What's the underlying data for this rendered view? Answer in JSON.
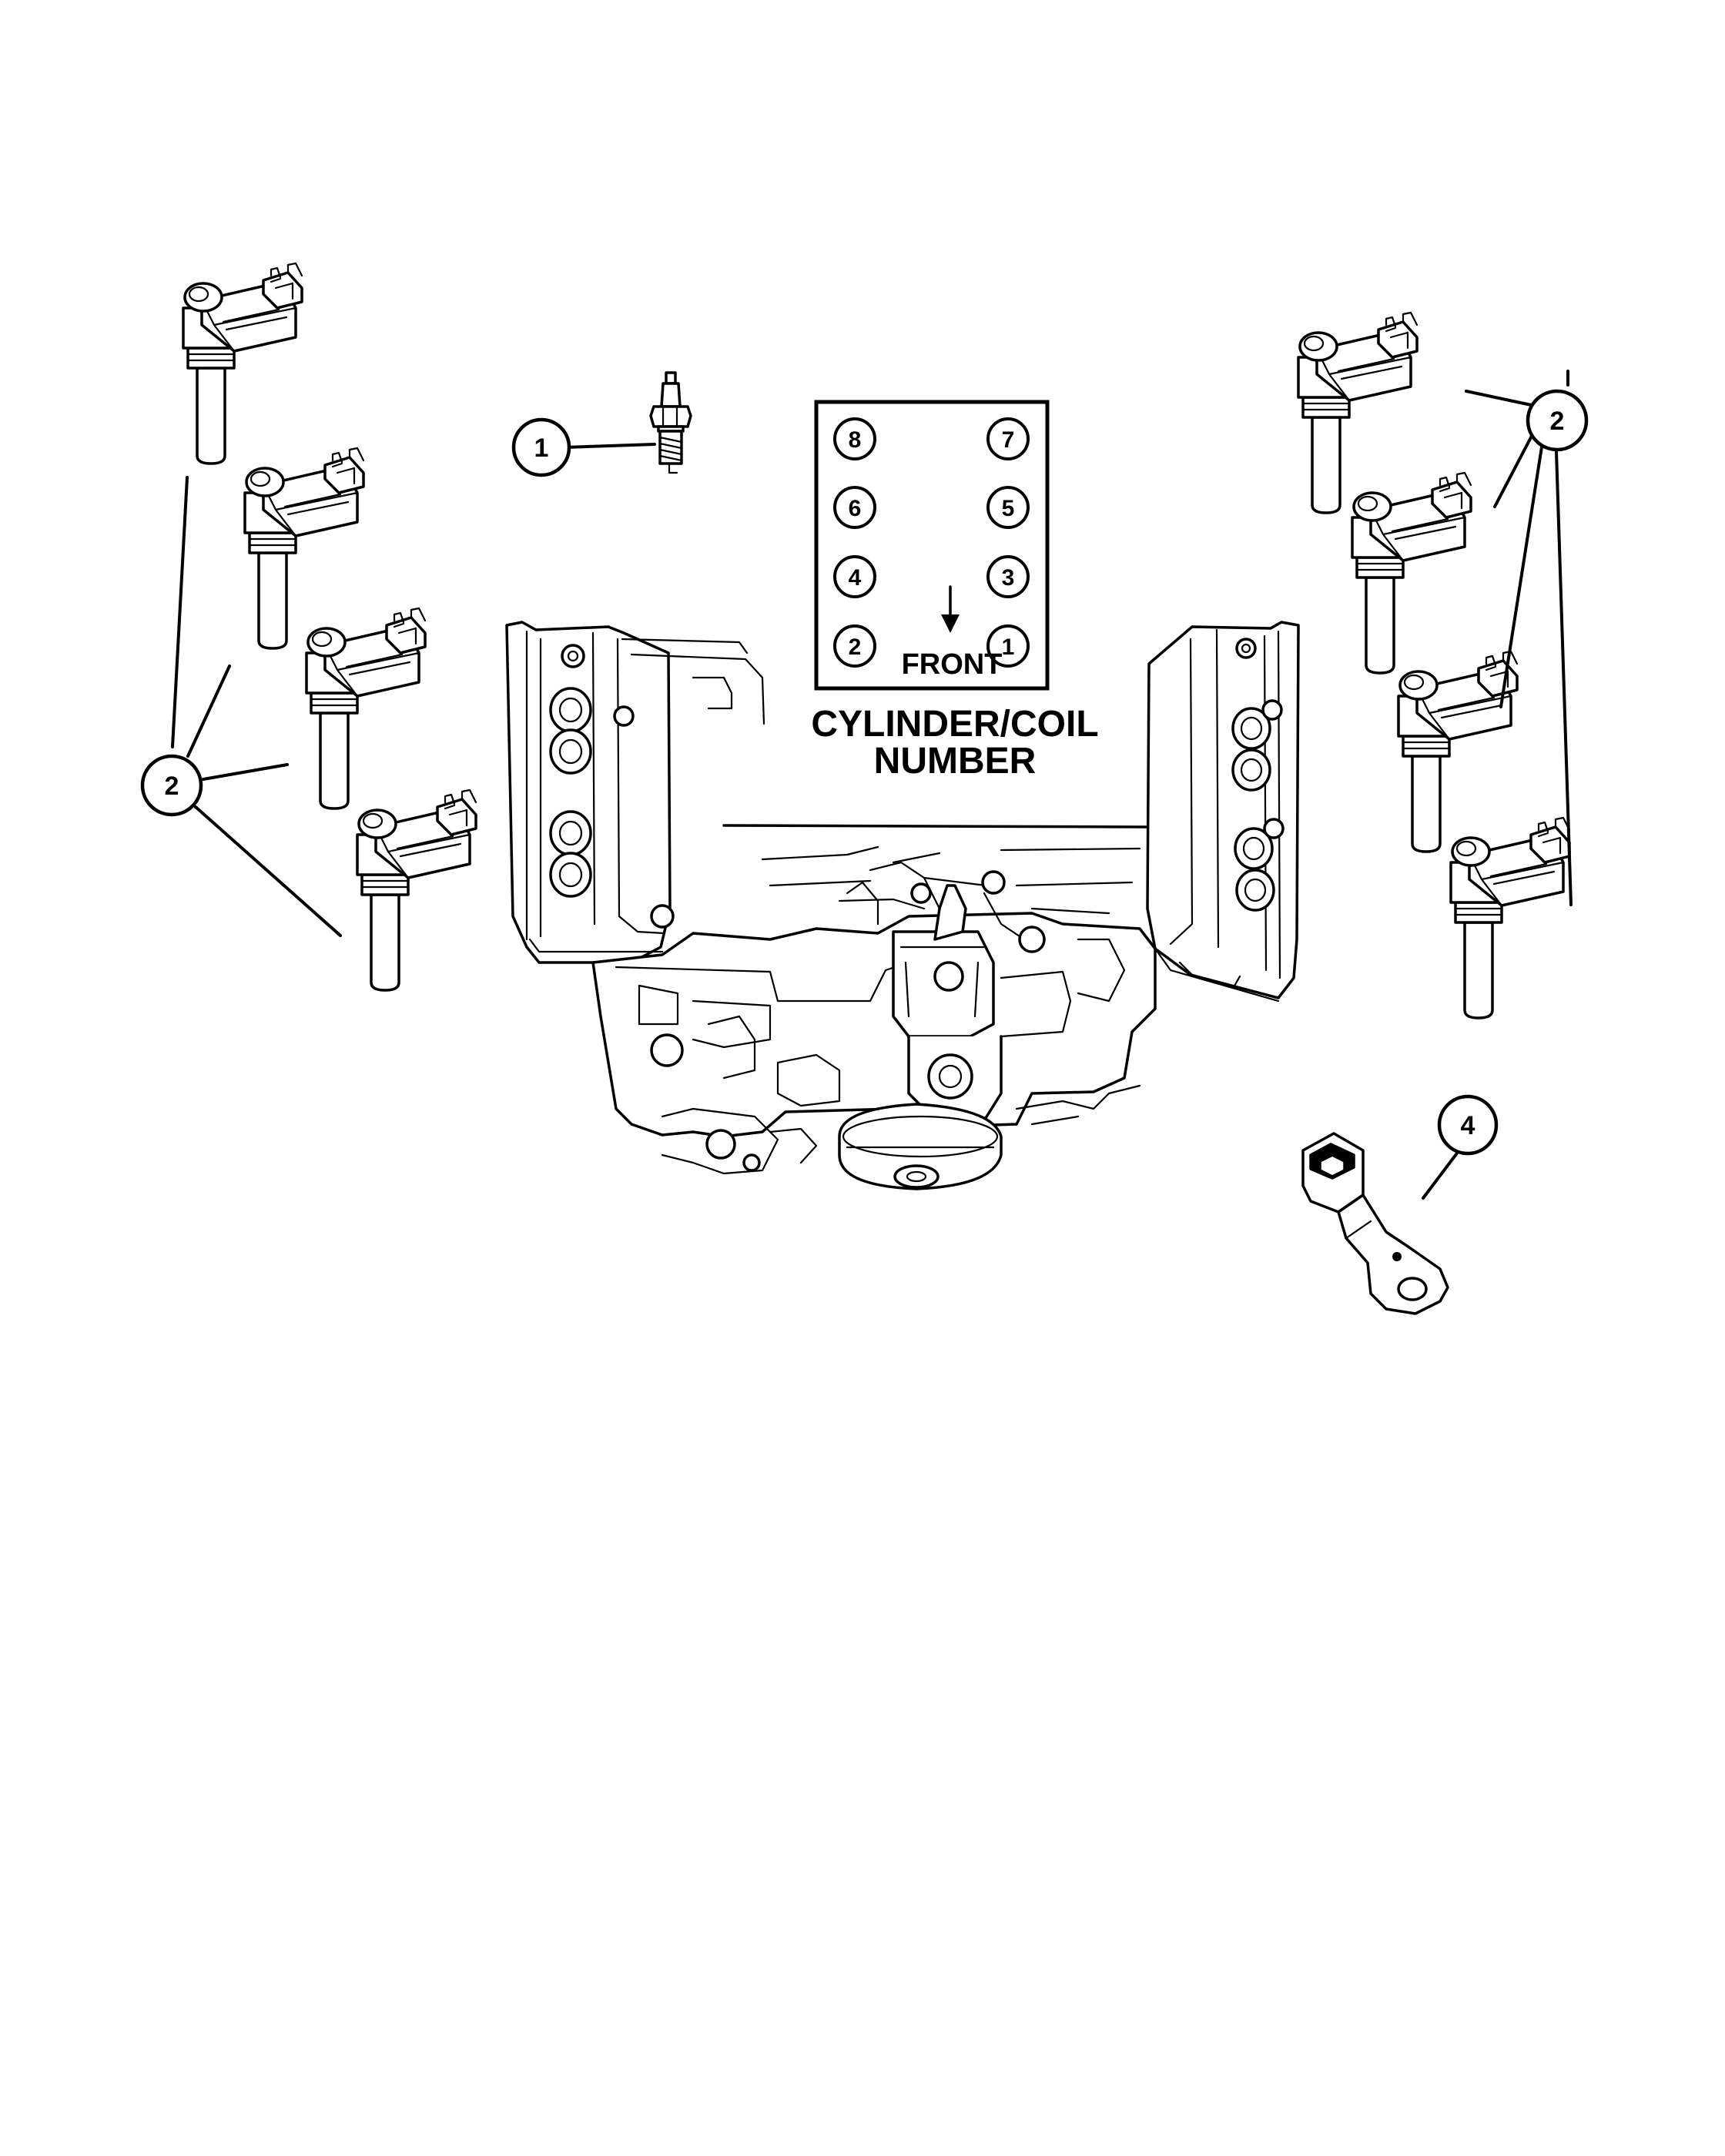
{
  "diagram": {
    "callouts": [
      {
        "id": "callout-1",
        "label": "1"
      },
      {
        "id": "callout-2-left",
        "label": "2"
      },
      {
        "id": "callout-2-right",
        "label": "2"
      },
      {
        "id": "callout-4",
        "label": "4"
      }
    ],
    "cylinder_chart": {
      "cylinders": [
        "8",
        "7",
        "6",
        "5",
        "4",
        "3",
        "2",
        "1"
      ],
      "front_label": "FRONT",
      "caption_line1": "CYLINDER/COIL",
      "caption_line2": "NUMBER"
    }
  }
}
